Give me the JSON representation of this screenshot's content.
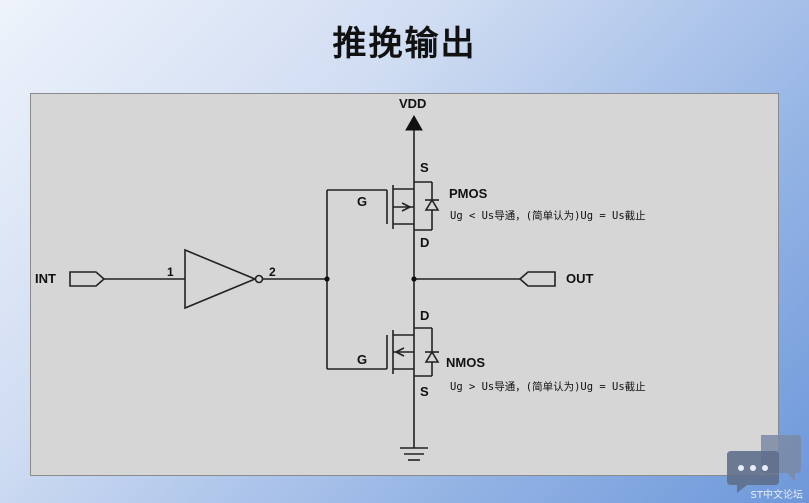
{
  "slide": {
    "title": "推挽输出"
  },
  "circuit": {
    "vdd_label": "VDD",
    "input_label": "INT",
    "output_label": "OUT",
    "buffer_pin_in": "1",
    "buffer_pin_out": "2",
    "pmos": {
      "name": "PMOS",
      "gate": "G",
      "source": "S",
      "drain": "D",
      "condition": "Ug < Us导通，(简单认为)Ug = Us截止"
    },
    "nmos": {
      "name": "NMOS",
      "gate": "G",
      "source": "S",
      "drain": "D",
      "condition": "Ug > Us导通，(简单认为)Ug = Us截止"
    }
  },
  "watermark": {
    "text": "ST中文论坛",
    "icon": "chat-bubble-icon"
  },
  "colors": {
    "background_accent": "#7ea3df",
    "panel": "#d6d6d6",
    "line": "#222222"
  }
}
